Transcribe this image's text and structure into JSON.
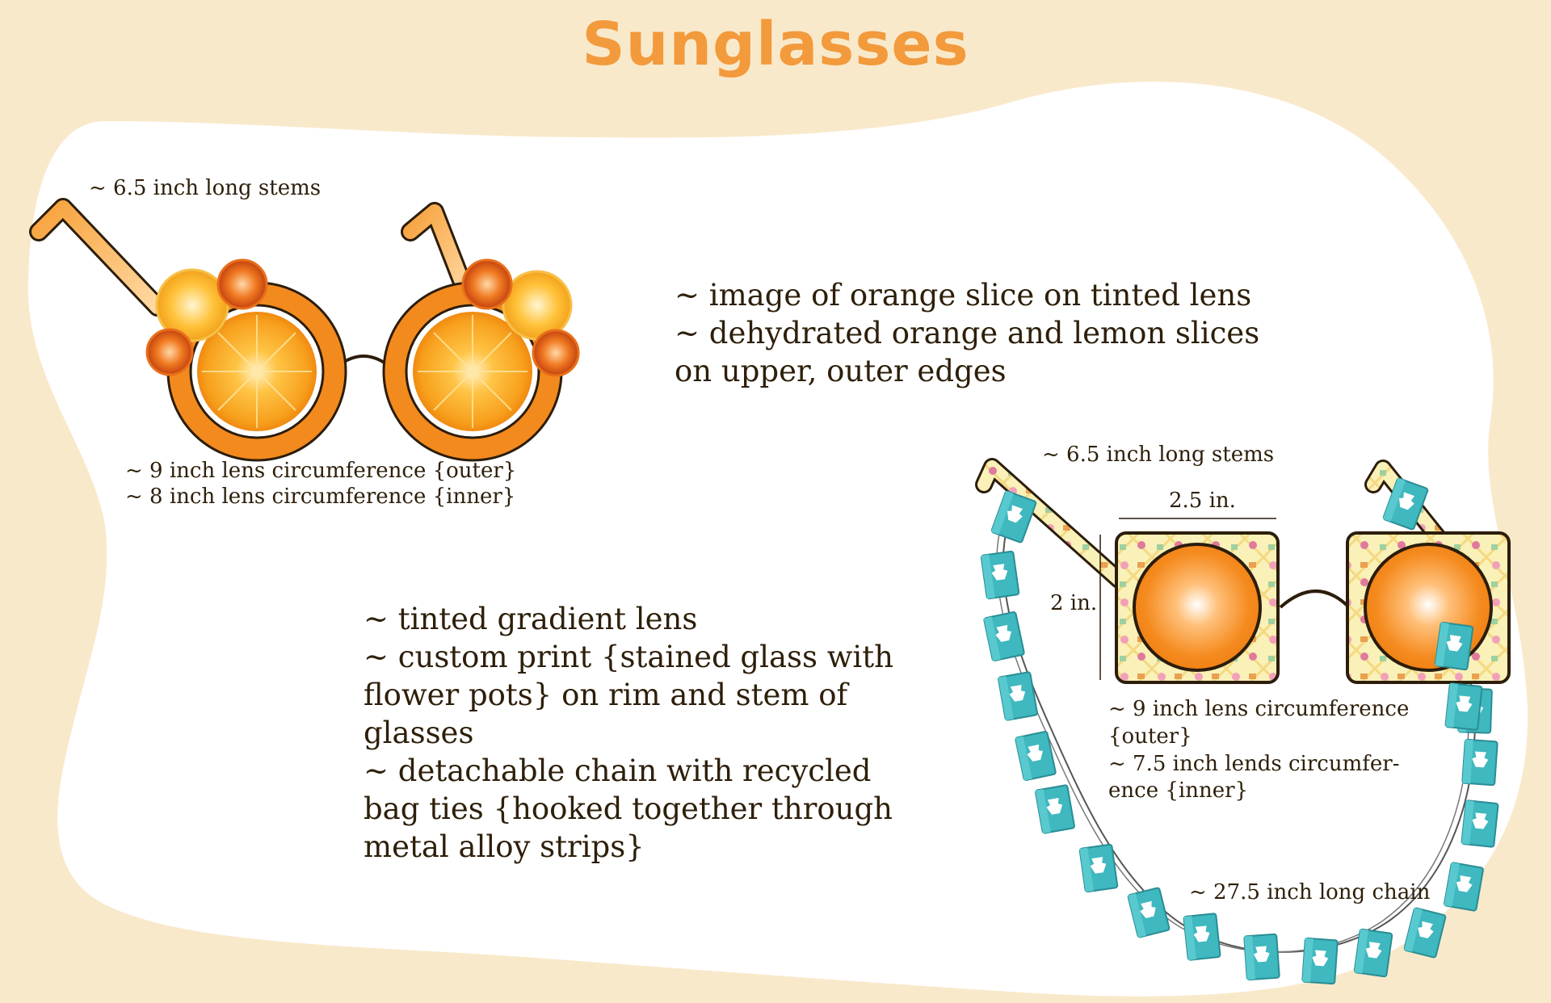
{
  "title": "Sunglasses",
  "colors": {
    "background": "#f9e9cb",
    "card": "#ffffff",
    "title": "#f29a3c",
    "frame_orange": "#f38a1e",
    "chain_teal": "#3fb8bf",
    "text": "#2d1f0a"
  },
  "design1": {
    "stems_label": "~ 6.5 inch long stems",
    "circumference_lines": [
      "~ 9 inch lens circumference {outer}",
      "~ 8 inch lens circumference {inner}"
    ],
    "features": [
      "~ image of orange slice on tinted lens",
      "~ dehydrated orange and lemon slices",
      "on upper, outer edges"
    ]
  },
  "design2": {
    "stems_label": "~ 6.5 inch long stems",
    "width_label": "2.5 in.",
    "height_label": "2 in.",
    "circumference_lines": [
      "~ 9 inch lens circumference",
      "{outer}",
      "~ 7.5 inch lends circumfer-",
      "ence {inner}"
    ],
    "chain_label": "~ 27.5 inch long chain",
    "features": [
      "~ tinted gradient lens",
      "~ custom print {stained glass with",
      "flower pots} on rim and stem of",
      "glasses",
      "~ detachable chain with recycled",
      "bag ties {hooked together through",
      "metal alloy strips}"
    ]
  }
}
